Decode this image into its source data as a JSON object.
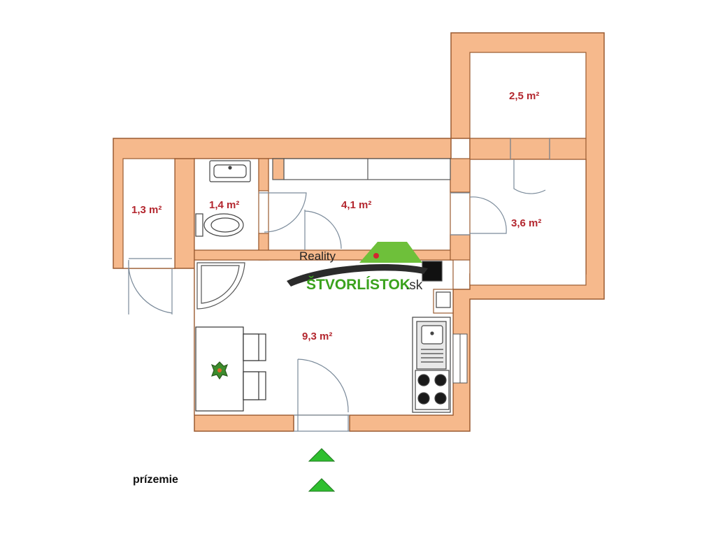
{
  "floor_label": "prízemie",
  "rooms": [
    {
      "id": "storage-left",
      "area": "1,3 m²"
    },
    {
      "id": "wc",
      "area": "1,4 m²"
    },
    {
      "id": "hall",
      "area": "4,1 m²"
    },
    {
      "id": "storage-top-right",
      "area": "2,5 m²"
    },
    {
      "id": "room-right",
      "area": "3,6 m²"
    },
    {
      "id": "kitchen",
      "area": "9,3 m²"
    }
  ],
  "logo": {
    "top": "Reality",
    "main": "ŠTVORLÍSTOK",
    "suffix": ".sk"
  },
  "colors": {
    "wall": "#f6b98c",
    "wall_stroke": "#9a5a30",
    "logo_green": "#3aa21c",
    "area_text": "#b3262e",
    "arrow": "#2fbf2f"
  }
}
